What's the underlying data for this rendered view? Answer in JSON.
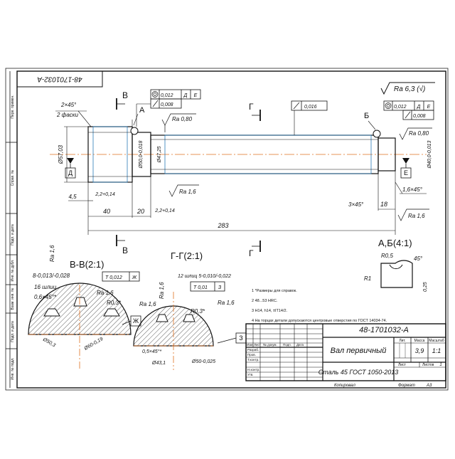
{
  "drawing": {
    "stamp_rotated": "48-1701032-A",
    "designation": "48-1701032-A",
    "part_name": "Вал первичный",
    "material": "Сталь 45 ГОСТ 1050-2013",
    "mass": "3,9",
    "scale": "1:1",
    "sheet_label": "Лист",
    "sheets_label": "Листов",
    "sheets_value": "1",
    "lit_label": "Лит.",
    "mass_label": "Масса",
    "scale_label": "Масштаб",
    "copied_label": "Копировал",
    "format_label": "Формат",
    "format_value": "А3",
    "roughness_general": "Ra 6,3 (√)"
  },
  "title_rows": {
    "izm": "Изм.",
    "list": "Лист",
    "doc": "№ докум.",
    "sign": "Подп.",
    "date": "Дата",
    "razrab": "Разраб.",
    "prov": "Пров.",
    "tkontr": "Т.контр.",
    "nkontr": "Н.контр.",
    "utv": "Утв."
  },
  "left_strip": {
    "perv": "Перв. примен.",
    "sprav": "Справ. №",
    "podp1": "Подп. и дата",
    "inv_dubl": "Инв. № дубл.",
    "vzam": "Взам. инв. №",
    "podp2": "Подп. и дата",
    "inv_podl": "Инв. № подл."
  },
  "main_view": {
    "section_b": "В",
    "section_g": "Г",
    "base_a": "А",
    "base_b": "Б",
    "base_d": "Д",
    "base_e": "Е",
    "tol_runout_left": "0,012",
    "tol_cyl_left": "0,008",
    "tol_runout_right": "0,012",
    "tol_cyl_right": "0,008",
    "tol_runout_mid": "0,016",
    "ra_080_a": "Ra 0,80",
    "ra_080_b": "Ra 0,80",
    "ra_16_a": "Ra 1,6",
    "ra_16_b": "Ra 1,6",
    "chamfer_1": "2×45°",
    "chamfer_1b": "2 фаски",
    "chamfer_2": "1,6×45°",
    "chamfer_3": "3×45°",
    "dim_d57": "Ø57,03",
    "dim_d50": "Ø50,0-0,018",
    "dim_d47": "Ø47,25",
    "dim_d40": "Ø40,0-0,013",
    "dim_45": "4,5",
    "dim_22a": "2,2+0,14",
    "dim_22b": "2,2+0,14",
    "dim_40": "40",
    "dim_20": "20",
    "dim_283": "283",
    "dim_18": "18"
  },
  "section_bb": {
    "title": "В-В(2:1)",
    "tol": "Т 0,012",
    "base": "Ж",
    "ra_16a": "Ra 1,6",
    "ra_16b": "Ra 1,6",
    "ra_16c": "Ra 1,6",
    "r03": "R0,3*",
    "spline": "16 шлиц",
    "chamfer": "0,6×45°*",
    "dim_8": "8-0,013/-0,028",
    "dim_d50": "Ø50,3",
    "dim_d60": "Ø60-0,19"
  },
  "section_gg": {
    "title": "Г-Г(2:1)",
    "spline": "12 шлиц 5-0,010/-0,022",
    "tol": "Т 0,01",
    "base": "З",
    "ra_16a": "Ra 1,6",
    "ra_16b": "Ra 1,6",
    "r03": "R0,3*",
    "chamfer": "0,5×45°*",
    "dim_d43": "Ø43,1",
    "dim_d50": "Ø50-0,025"
  },
  "detail_ab": {
    "title": "А,Б(4:1)",
    "r05": "R0,5",
    "r1": "R1",
    "angle": "45°",
    "dim_025": "0,25"
  },
  "notes": [
    "1  *Размеры для справок.",
    "2  48...53 HRC.",
    "3  Н14, h14, ±IT14/2.",
    "4  На торцах детали допускаются центровые отверстия по ГОСТ 14034-74."
  ]
}
